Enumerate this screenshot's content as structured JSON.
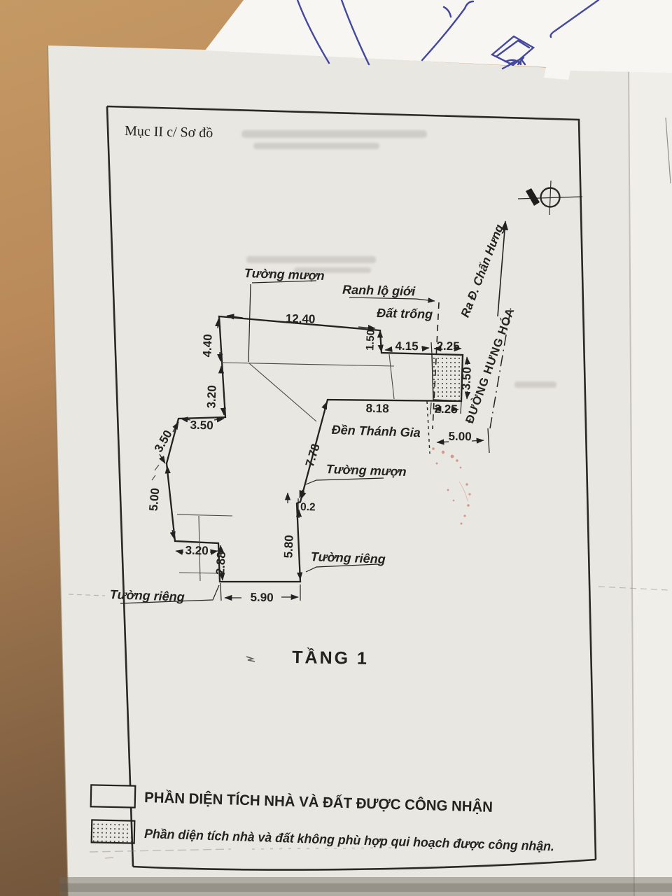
{
  "document": {
    "section_label": "Mục II c/ Sơ đồ",
    "floor_title": "TẦNG 1"
  },
  "plan": {
    "labels": {
      "tuong_muon_top": "Tường mượn",
      "ranh_lo_gioi": "Ranh lộ giới",
      "dat_trong": "Đất trống",
      "den_thanh_gia": "Đền Thánh Gia",
      "tuong_muon_mid": "Tường mượn",
      "tuong_rieng_mid": "Tường riêng",
      "tuong_rieng_bottom": "Tường riêng",
      "ra_duong_chan_hung": "Ra Đ. Chấn Hưng",
      "duong_hung_hoa": "ĐƯỜNG HƯNG HÓA"
    },
    "dimensions": {
      "top_1240": "12.40",
      "left_440": "4.40",
      "left_320": "3.20",
      "step_350": "3.50",
      "slant_350": "3.50",
      "left_500": "5.00",
      "bottom_320": "3.20",
      "bottom_288": "2.88",
      "bottom_590": "5.90",
      "wall_580": "5.80",
      "jog_02": "0.2",
      "wall_778": "7.78",
      "edge_818": "8.18",
      "edge_225_bottom": "2.25",
      "right_500": "5.00",
      "drop_150": "1.50",
      "edge_415": "4.15",
      "edge_225_top": "2.25",
      "hatch_350": "3.50"
    }
  },
  "legend": {
    "items": [
      {
        "swatch": "empty",
        "label": "PHẦN DIỆN TÍCH  NHÀ VÀ ĐẤT ĐƯỢC CÔNG NHẬN"
      },
      {
        "swatch": "dotted",
        "label": "Phần diện tích nhà và đất không phù hợp qui hoạch được công nhận."
      }
    ]
  },
  "colors": {
    "scan_paper": "#e9e7e2",
    "note_paper": "#f7f6f3",
    "desk_wood": "#b9895a",
    "ink": "#262522",
    "pen_blue": "#44479e",
    "red_bleed": "#c9544a"
  }
}
